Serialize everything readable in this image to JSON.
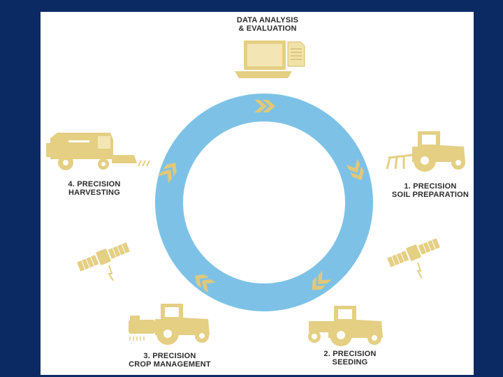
{
  "colors": {
    "background": "#0b2a63",
    "panel": "#ffffff",
    "cycle_ring": "#7dc2e6",
    "arrows": "#e0c87a",
    "icons": "#e4cf83",
    "text": "#2b2b2b"
  },
  "stages": {
    "data_analysis": {
      "line1": "DATA ANALYSIS",
      "line2": "& EVALUATION",
      "icon": "laptop-icon"
    },
    "soil_preparation": {
      "line1": "1. PRECISION",
      "line2": "SOIL PREPARATION",
      "icon": "tractor-tiller-icon"
    },
    "seeding": {
      "line1": "2. PRECISION",
      "line2": "SEEDING",
      "icon": "tractor-seeder-icon"
    },
    "crop_management": {
      "line1": "3. PRECISION",
      "line2": "CROP MANAGEMENT",
      "icon": "tractor-sprayer-icon"
    },
    "harvesting": {
      "line1": "4. PRECISION",
      "line2": "HARVESTING",
      "icon": "combine-harvester-icon"
    }
  },
  "decorations": {
    "satellite_left": "satellite-icon",
    "satellite_right": "satellite-icon",
    "cycle_arrows": "double-chevron-icon"
  }
}
